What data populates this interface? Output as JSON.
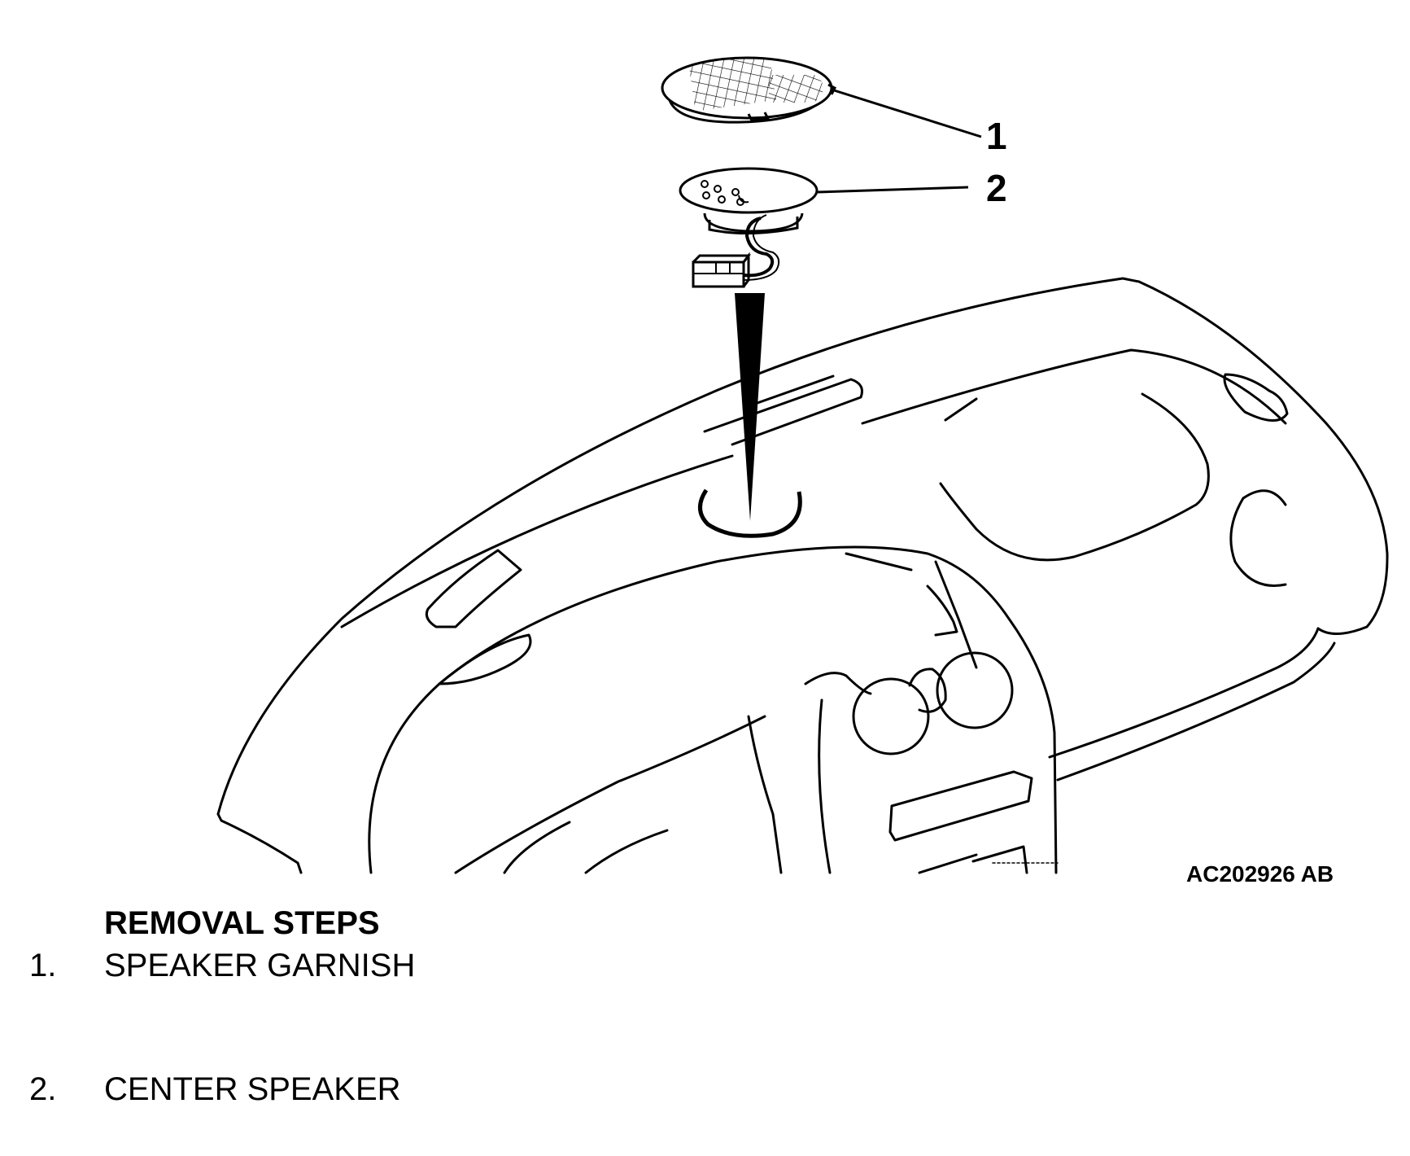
{
  "figure": {
    "callouts": [
      {
        "number": "1",
        "part": "speaker-garnish"
      },
      {
        "number": "2",
        "part": "center-speaker"
      }
    ],
    "figure_id": "AC202926 AB"
  },
  "removal": {
    "heading": "REMOVAL STEPS",
    "steps": [
      {
        "number": "1.",
        "label": "SPEAKER GARNISH"
      },
      {
        "number": "2.",
        "label": "CENTER SPEAKER"
      }
    ]
  }
}
